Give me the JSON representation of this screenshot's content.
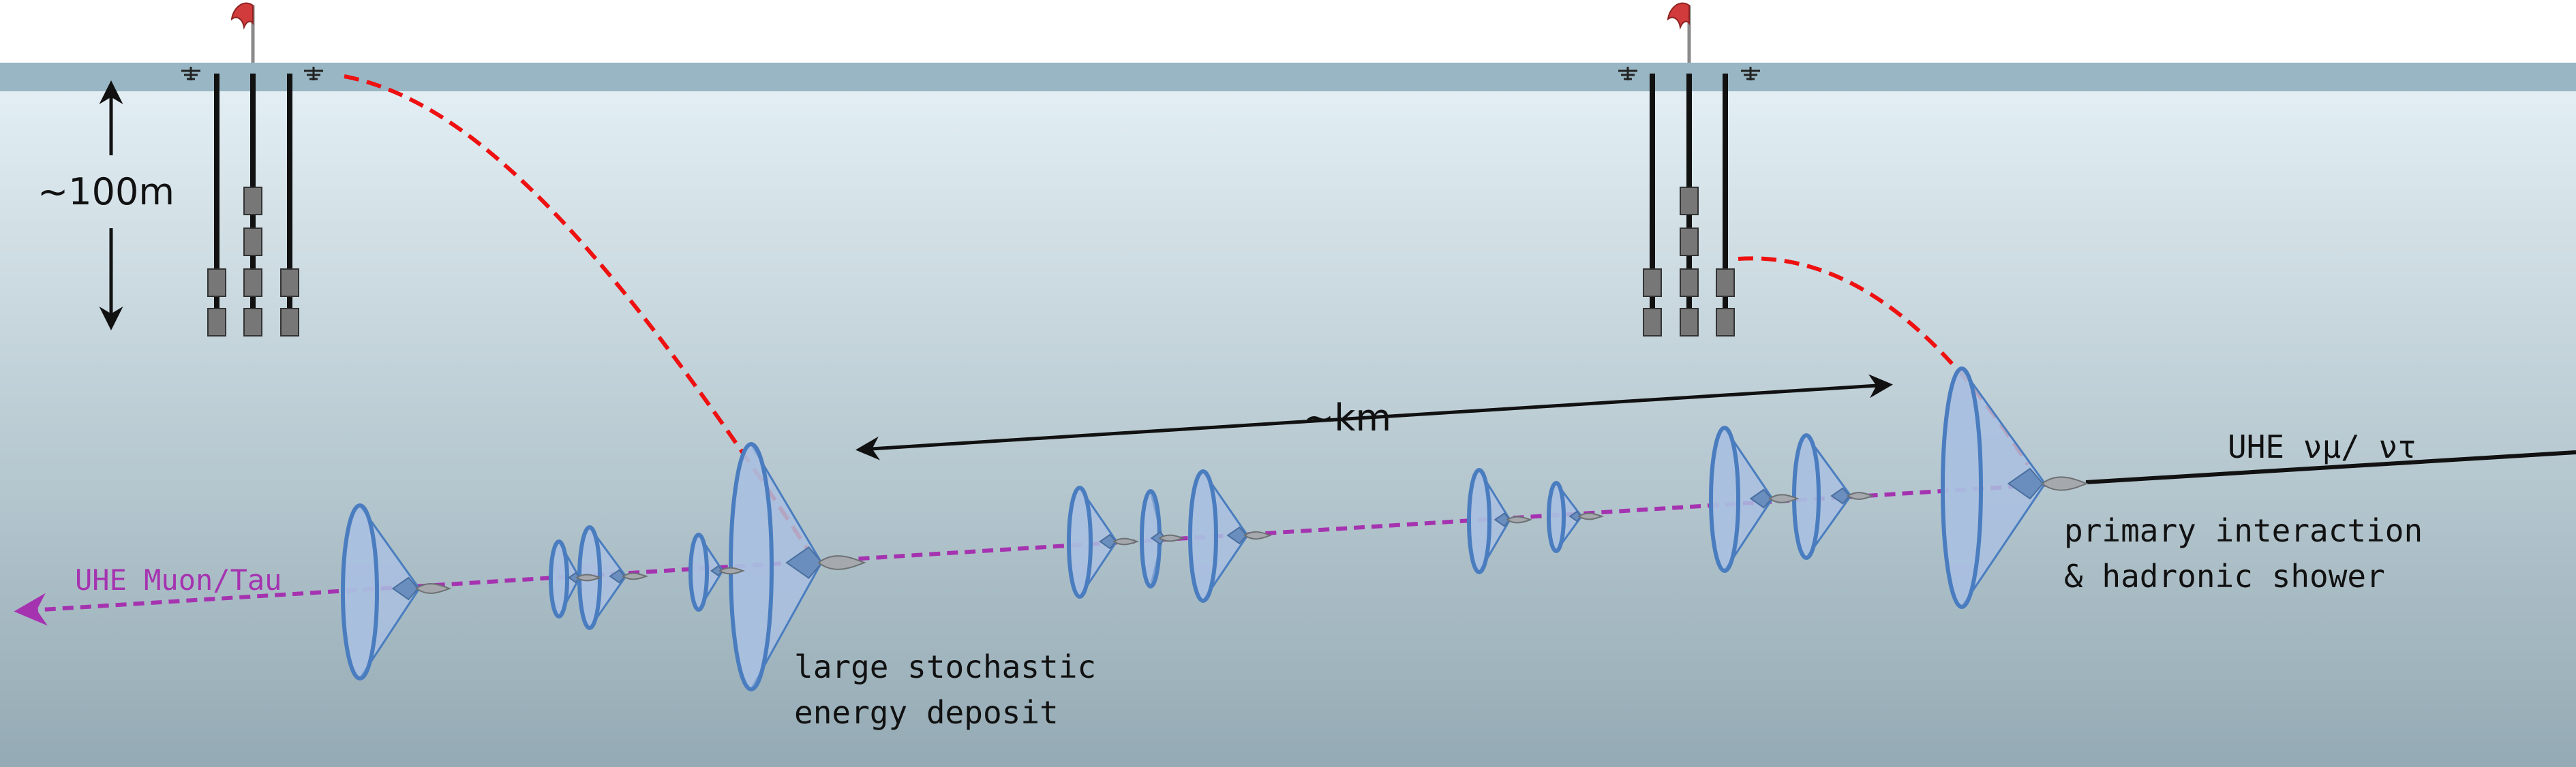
{
  "labels": {
    "depth": "~100m",
    "distance": "~km",
    "neutrino": "UHE νμ/ ντ",
    "primary_line1": "primary interaction",
    "primary_line2": "& hadronic shower",
    "stochastic_line1": "large stochastic",
    "stochastic_line2": "energy deposit",
    "muon": "UHE Muon/Tau"
  },
  "colors": {
    "sky": "#ffffff",
    "surface_band": "#98b6c4",
    "water_top": "#e2eef3",
    "water_bottom": "#94aab4",
    "cone_fill": "#a9bfe0",
    "cone_stroke": "#4a7dbf",
    "muon_track": "#a533b0",
    "radio_signal": "#ee1111",
    "neutrino_track": "#111111",
    "flag": "#d23b3b",
    "antenna": "#8a8a8a"
  },
  "icons": {
    "station": "radio-station-icon",
    "flag": "flag-icon",
    "surface_antenna": "surface-antenna-icon"
  }
}
